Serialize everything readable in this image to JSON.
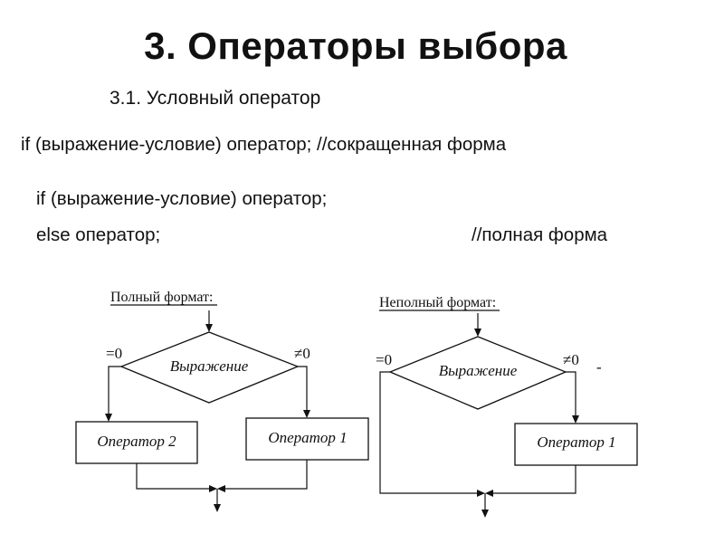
{
  "slide": {
    "title": "3. Операторы выбора",
    "subtitle": "3.1. Условный оператор",
    "code_short": "if (выражение-условие) оператор; //сокращенная форма",
    "code_full_if": "if (выражение-условие) оператор;",
    "code_full_else": "else оператор;",
    "code_full_comment": "//полная форма"
  },
  "diagram_full": {
    "heading": "Полный формат:",
    "condition": "Выражение",
    "eq_label": "=0",
    "ne_label": "≠0",
    "false_box": "Оператор 2",
    "true_box": "Оператор 1"
  },
  "diagram_short": {
    "heading": "Неполный формат:",
    "condition": "Выражение",
    "eq_label": "=0",
    "ne_label": "≠0",
    "dash": "-",
    "true_box": "Оператор 1"
  }
}
